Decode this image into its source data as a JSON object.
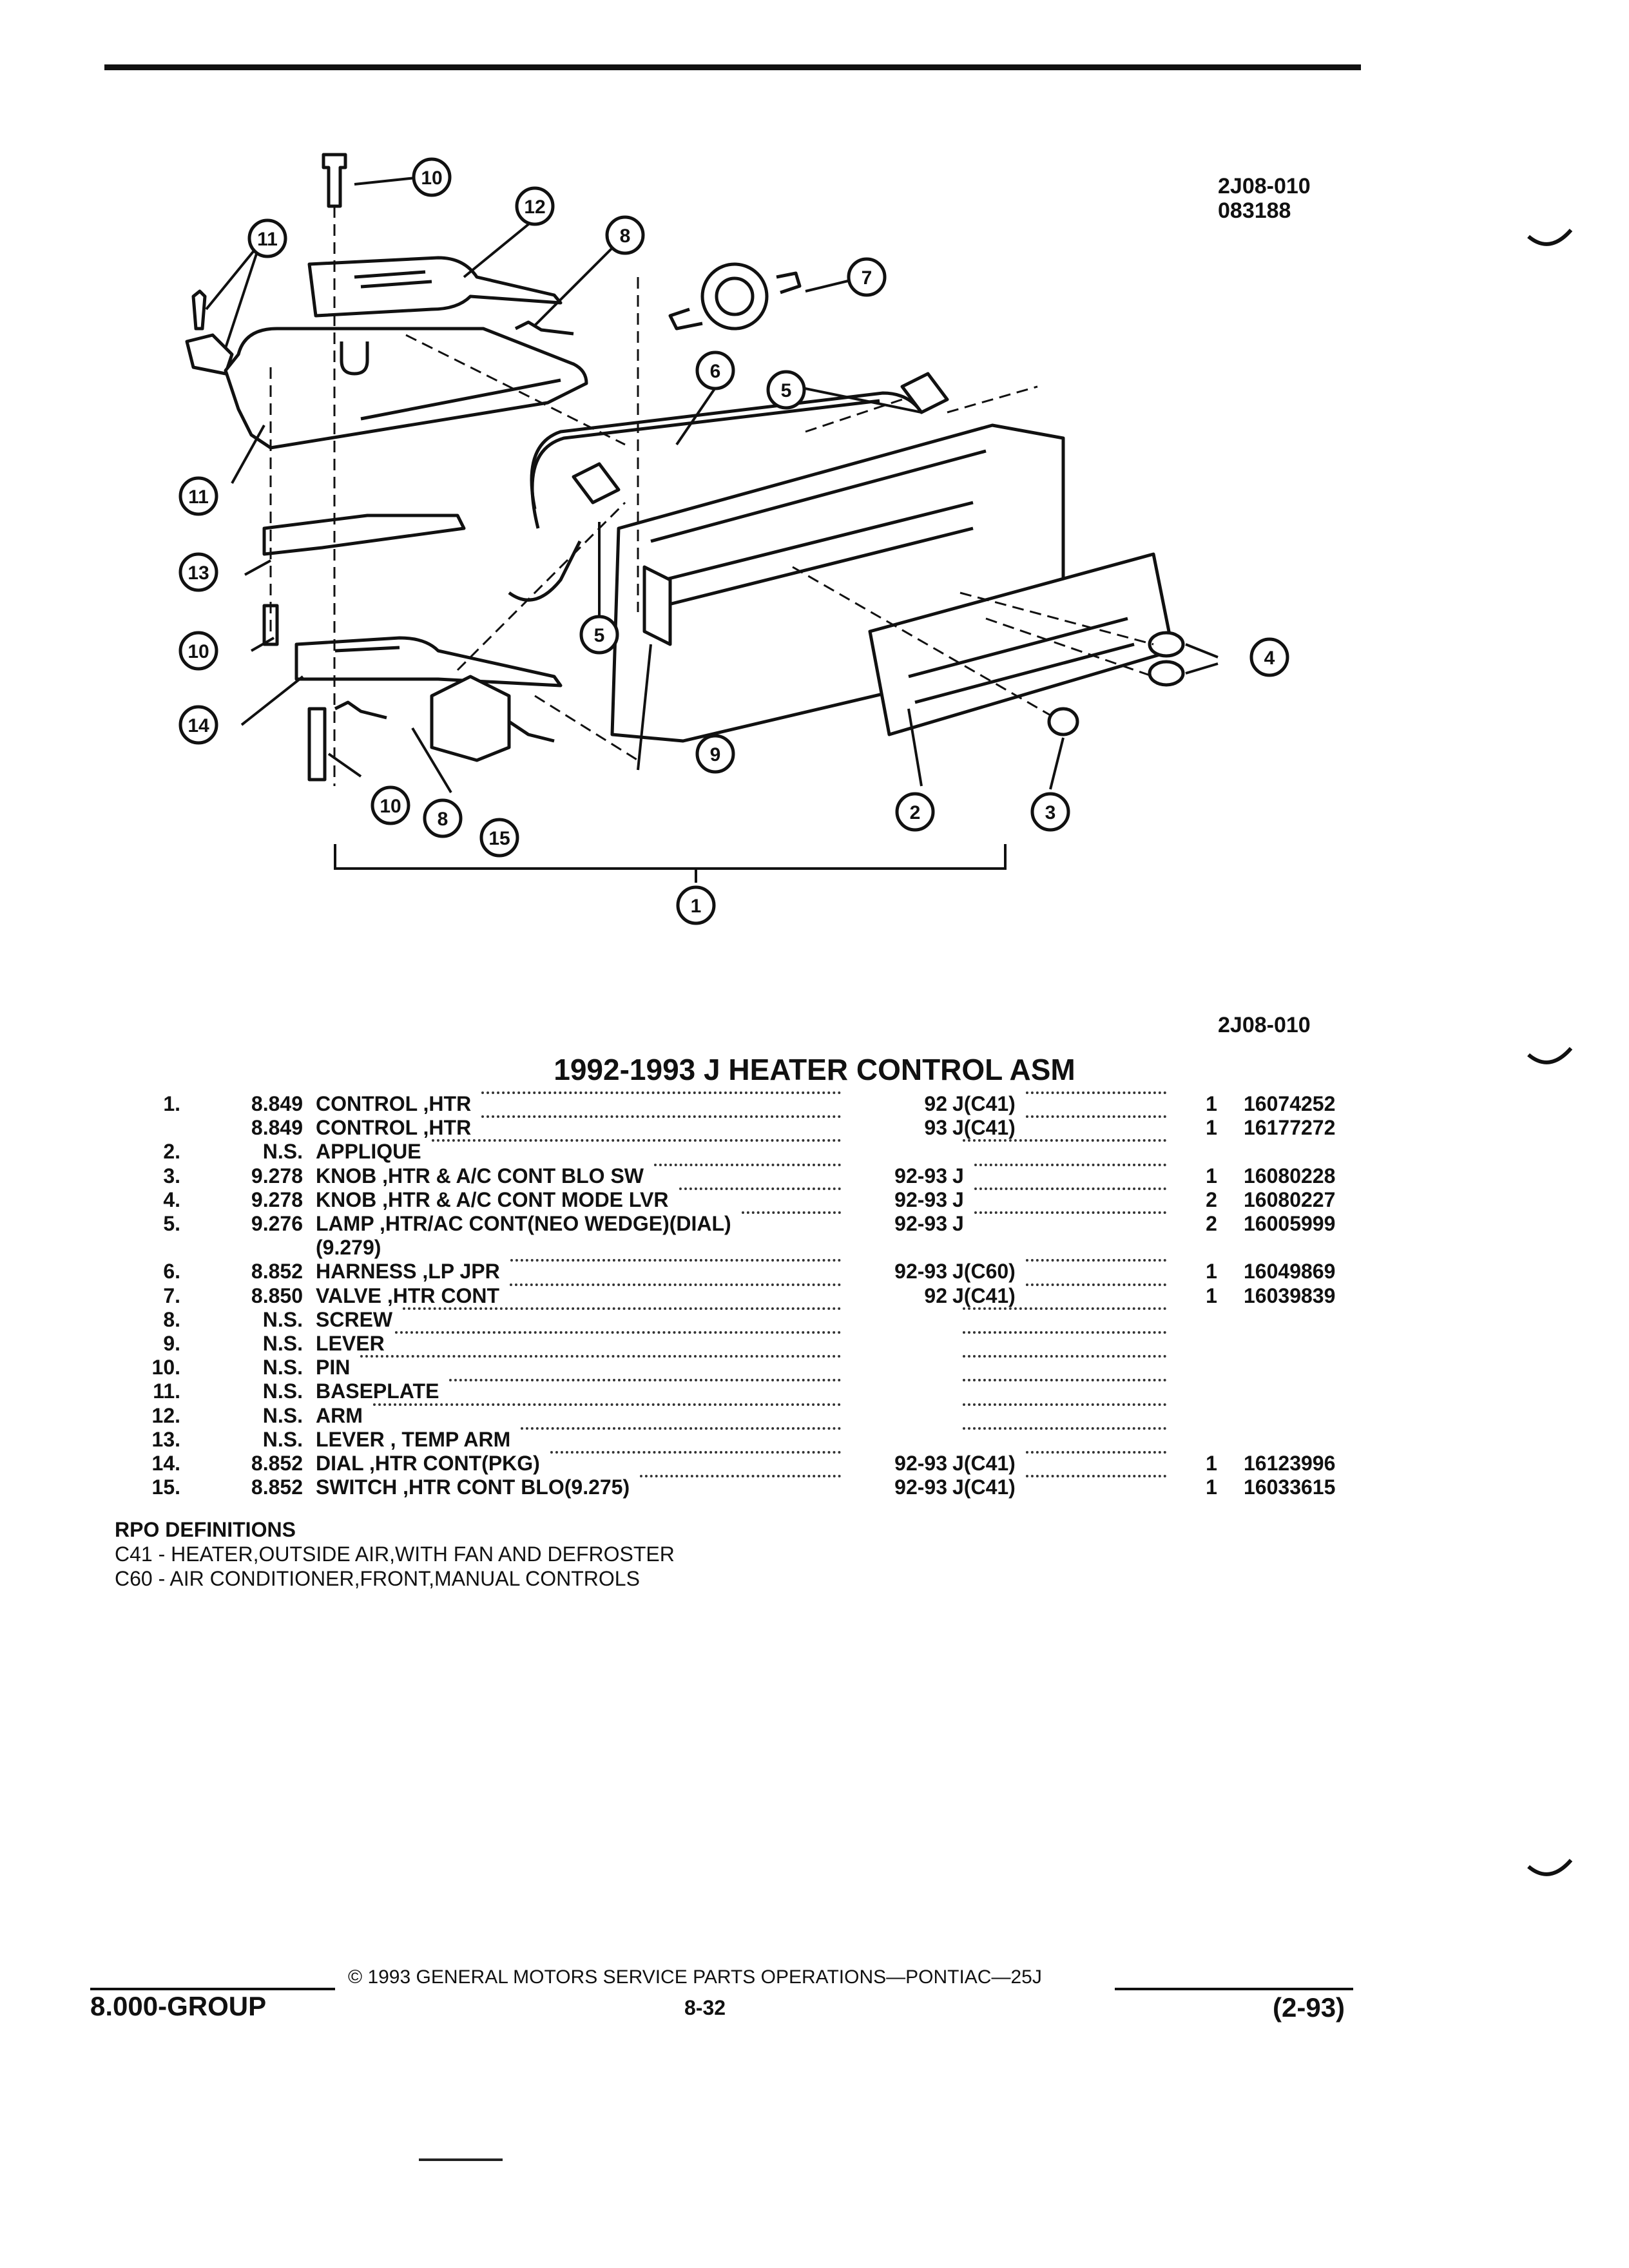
{
  "figure": {
    "code": "2J08-010",
    "date_code": "083188",
    "ref": "2J08-010",
    "callouts": [
      "1",
      "2",
      "3",
      "4",
      "5",
      "5",
      "6",
      "7",
      "8",
      "8",
      "9",
      "10",
      "10",
      "10",
      "11",
      "11",
      "12",
      "13",
      "14",
      "15"
    ]
  },
  "title": "1992-1993 J HEATER CONTROL ASM",
  "parts": [
    {
      "item": "1.",
      "group": "8.849",
      "desc": "CONTROL ,HTR",
      "years": "92",
      "rpo": "J(C41)",
      "qty": "1",
      "pn": "16074252"
    },
    {
      "item": "",
      "group": "8.849",
      "desc": "CONTROL ,HTR",
      "years": "93",
      "rpo": "J(C41)",
      "qty": "1",
      "pn": "16177272"
    },
    {
      "item": "2.",
      "group": "N.S.",
      "desc": "APPLIQUE",
      "years": "",
      "rpo": "",
      "qty": "",
      "pn": ""
    },
    {
      "item": "3.",
      "group": "9.278",
      "desc": "KNOB ,HTR & A/C CONT BLO SW",
      "years": "92-93",
      "rpo": "J",
      "qty": "1",
      "pn": "16080228"
    },
    {
      "item": "4.",
      "group": "9.278",
      "desc": "KNOB ,HTR & A/C CONT MODE LVR",
      "years": "92-93",
      "rpo": "J",
      "qty": "2",
      "pn": "16080227"
    },
    {
      "item": "5.",
      "group": "9.276",
      "desc": "LAMP ,HTR/AC CONT(NEO WEDGE)(DIAL)",
      "years": "92-93",
      "rpo": "J",
      "qty": "2",
      "pn": "16005999"
    },
    {
      "item": "",
      "group": "",
      "desc": "(9.279)",
      "years": "",
      "rpo": "",
      "qty": "",
      "pn": ""
    },
    {
      "item": "6.",
      "group": "8.852",
      "desc": "HARNESS ,LP JPR",
      "years": "92-93",
      "rpo": "J(C60)",
      "qty": "1",
      "pn": "16049869"
    },
    {
      "item": "7.",
      "group": "8.850",
      "desc": "VALVE ,HTR CONT",
      "years": "92",
      "rpo": "J(C41)",
      "qty": "1",
      "pn": "16039839"
    },
    {
      "item": "8.",
      "group": "N.S.",
      "desc": "SCREW",
      "years": "",
      "rpo": "",
      "qty": "",
      "pn": ""
    },
    {
      "item": "9.",
      "group": "N.S.",
      "desc": "LEVER",
      "years": "",
      "rpo": "",
      "qty": "",
      "pn": ""
    },
    {
      "item": "10.",
      "group": "N.S.",
      "desc": "PIN",
      "years": "",
      "rpo": "",
      "qty": "",
      "pn": ""
    },
    {
      "item": "11.",
      "group": "N.S.",
      "desc": "BASEPLATE",
      "years": "",
      "rpo": "",
      "qty": "",
      "pn": ""
    },
    {
      "item": "12.",
      "group": "N.S.",
      "desc": "ARM",
      "years": "",
      "rpo": "",
      "qty": "",
      "pn": ""
    },
    {
      "item": "13.",
      "group": "N.S.",
      "desc": "LEVER , TEMP ARM",
      "years": "",
      "rpo": "",
      "qty": "",
      "pn": ""
    },
    {
      "item": "14.",
      "group": "8.852",
      "desc": "DIAL ,HTR CONT(PKG)",
      "years": "92-93",
      "rpo": "J(C41)",
      "qty": "1",
      "pn": "16123996"
    },
    {
      "item": "15.",
      "group": "8.852",
      "desc": "SWITCH ,HTR CONT BLO(9.275)",
      "years": "92-93",
      "rpo": "J(C41)",
      "qty": "1",
      "pn": "16033615"
    }
  ],
  "rpo_definitions": {
    "heading": "RPO DEFINITIONS",
    "c41": "C41 - HEATER,OUTSIDE AIR,WITH FAN AND DEFROSTER",
    "c60": "C60 - AIR CONDITIONER,FRONT,MANUAL CONTROLS"
  },
  "footer": {
    "copyright": "© 1993 GENERAL MOTORS SERVICE PARTS OPERATIONS—PONTIAC—25J",
    "group": "8.000-GROUP",
    "page": "8-32",
    "date": "(2-93)"
  }
}
